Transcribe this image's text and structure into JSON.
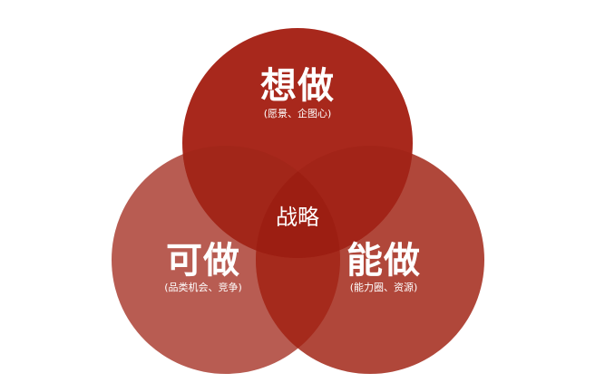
{
  "diagram": {
    "type": "venn",
    "circles": [
      {
        "id": "top",
        "title": "想做",
        "subtitle": "(愿景、企图心)",
        "color": "#a8281c"
      },
      {
        "id": "left",
        "title": "可做",
        "subtitle": "(品类机会、竞争)",
        "color": "#b85c52"
      },
      {
        "id": "right",
        "title": "能做",
        "subtitle": "(能力圈、资源)",
        "color": "#b0473a"
      }
    ],
    "intersection": {
      "label": "战略",
      "color": "#9c1e12"
    }
  }
}
